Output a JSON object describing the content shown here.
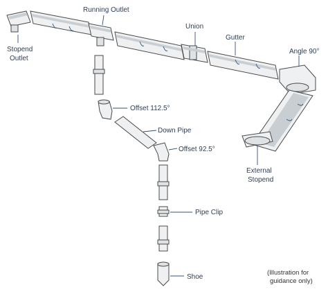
{
  "labels": {
    "running_outlet": "Running Outlet",
    "union": "Union",
    "gutter": "Gutter",
    "stopend_outlet_1": "Stopend",
    "stopend_outlet_2": "Outlet",
    "angle": "Angle 90°",
    "offset_112": "Offset 112.5°",
    "down_pipe": "Down Pipe",
    "offset_92": "Offset 92.5°",
    "external_stopend_1": "External",
    "external_stopend_2": "Stopend",
    "pipe_clip": "Pipe Clip",
    "shoe": "Shoe"
  },
  "note": {
    "line1": "(Illustration for",
    "line2": "guidance only)"
  }
}
